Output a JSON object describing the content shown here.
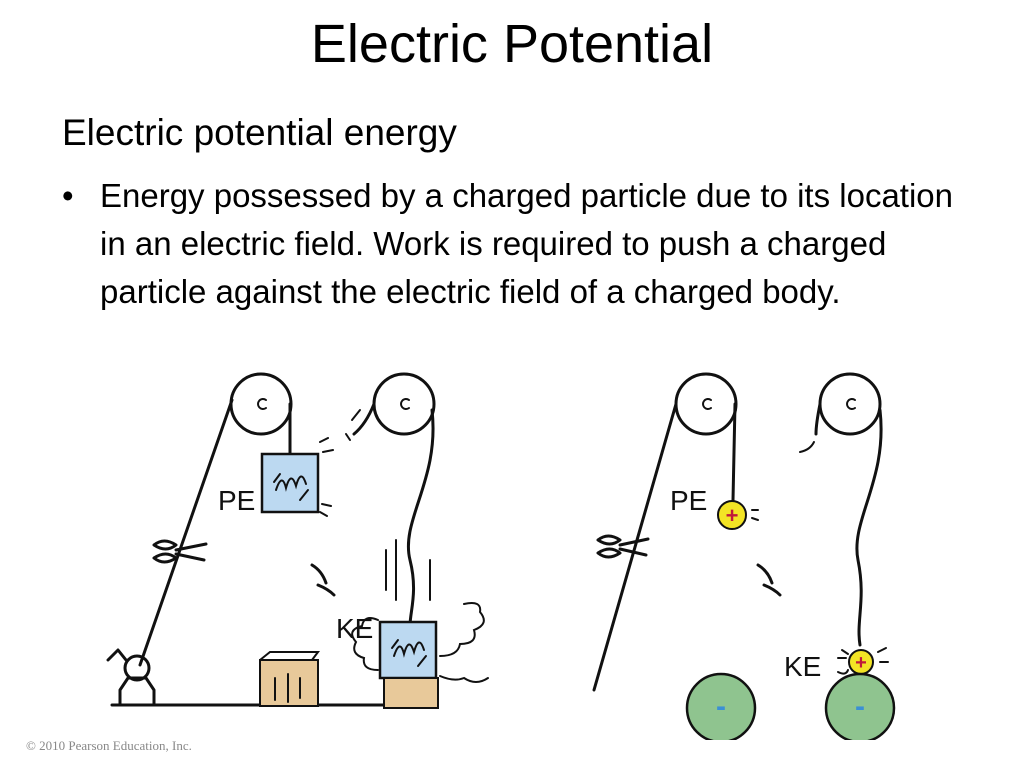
{
  "slide": {
    "title": "Electric Potential",
    "subtitle": "Electric potential energy",
    "bullets": [
      "Energy possessed by a charged particle due to its location in an electric field. Work is required to push a charged particle against the electric field of a charged body."
    ],
    "bullet_symbol": "•"
  },
  "illustration": {
    "left_panel": {
      "pe_label": "PE",
      "ke_label": "KE"
    },
    "right_panel": {
      "pe_label": "PE",
      "ke_label": "KE",
      "positive_charge_sign": "+",
      "negative_charge_sign": "-"
    },
    "colors": {
      "block_fill": "#bcd9f1",
      "box_fill": "#e8c99a",
      "positive_charge_fill": "#f3e425",
      "positive_sign": "#c0193b",
      "negative_sphere_fill": "#8fc48f",
      "negative_sign": "#3b8fd4"
    }
  },
  "footer": {
    "copyright": "© 2010 Pearson Education, Inc."
  }
}
